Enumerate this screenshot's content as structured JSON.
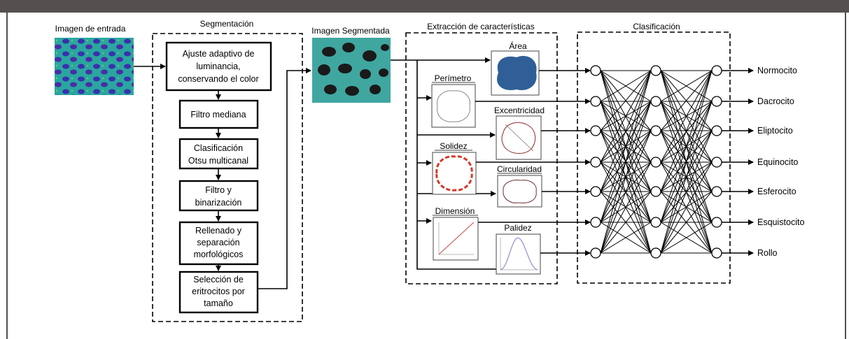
{
  "colors": {
    "frame": "#55504f",
    "thumb_bg": "#3fa7a0",
    "cell_blue": "#2f5f96",
    "cell_red": "#d23a2a"
  },
  "sections": {
    "input": "Imagen de entrada",
    "segmentation": "Segmentación",
    "segmented": "Imagen Segmentada",
    "features": "Extracción de características",
    "classification": "Clasificación"
  },
  "segmentation_steps": [
    [
      "Ajuste adaptivo de",
      "luminancia,",
      "conservando el color"
    ],
    [
      "Filtro mediana"
    ],
    [
      "Clasificación",
      "Otsu multicanal"
    ],
    [
      "Filtro y",
      "binarización"
    ],
    [
      "Rellenado y",
      "separación",
      "morfológicos"
    ],
    [
      "Selección de",
      "eritrocitos por",
      "tamaño"
    ]
  ],
  "features": [
    "Área",
    "Perímetro",
    "Excentricidad",
    "Solidez",
    "Circularidad",
    "Dimensión",
    "Palidez"
  ],
  "outputs": [
    "Normocito",
    "Dacrocito",
    "Eliptocito",
    "Equinocito",
    "Esferocito",
    "Esquistocito",
    "Rollo"
  ],
  "network": {
    "layers": 3,
    "nodes_per_layer": 7
  }
}
